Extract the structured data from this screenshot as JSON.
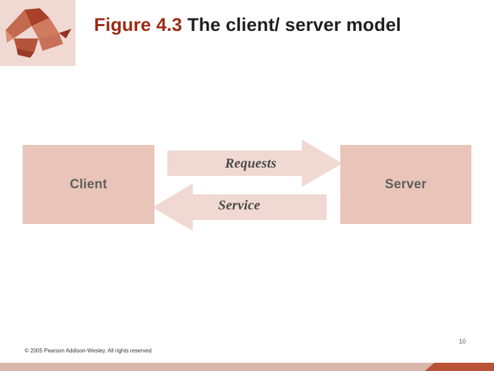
{
  "slide": {
    "title_figure": "Figure 4.3",
    "title_rest": " The client/ server model",
    "page_number": "10",
    "copyright": "© 2005 Pearson Addison-Wesley. All rights reserved",
    "colors": {
      "figure_red": "#9c2b13",
      "node_fill": "#e9c4b8",
      "arrow_fill": "#f0d9d2",
      "logo_panel": "#f0d9d2",
      "footer_bar": "#d9b8ab",
      "footer_accent": "#b8533a"
    }
  },
  "diagram": {
    "type": "client-server-block-diagram",
    "nodes": [
      {
        "id": "client",
        "label": "Client"
      },
      {
        "id": "server",
        "label": "Server"
      }
    ],
    "arrows": [
      {
        "id": "requests",
        "label": "Requests",
        "direction": "client-to-server"
      },
      {
        "id": "service",
        "label": "Service",
        "direction": "server-to-client"
      }
    ]
  },
  "logo": {
    "name": "origami-crane-logo"
  }
}
